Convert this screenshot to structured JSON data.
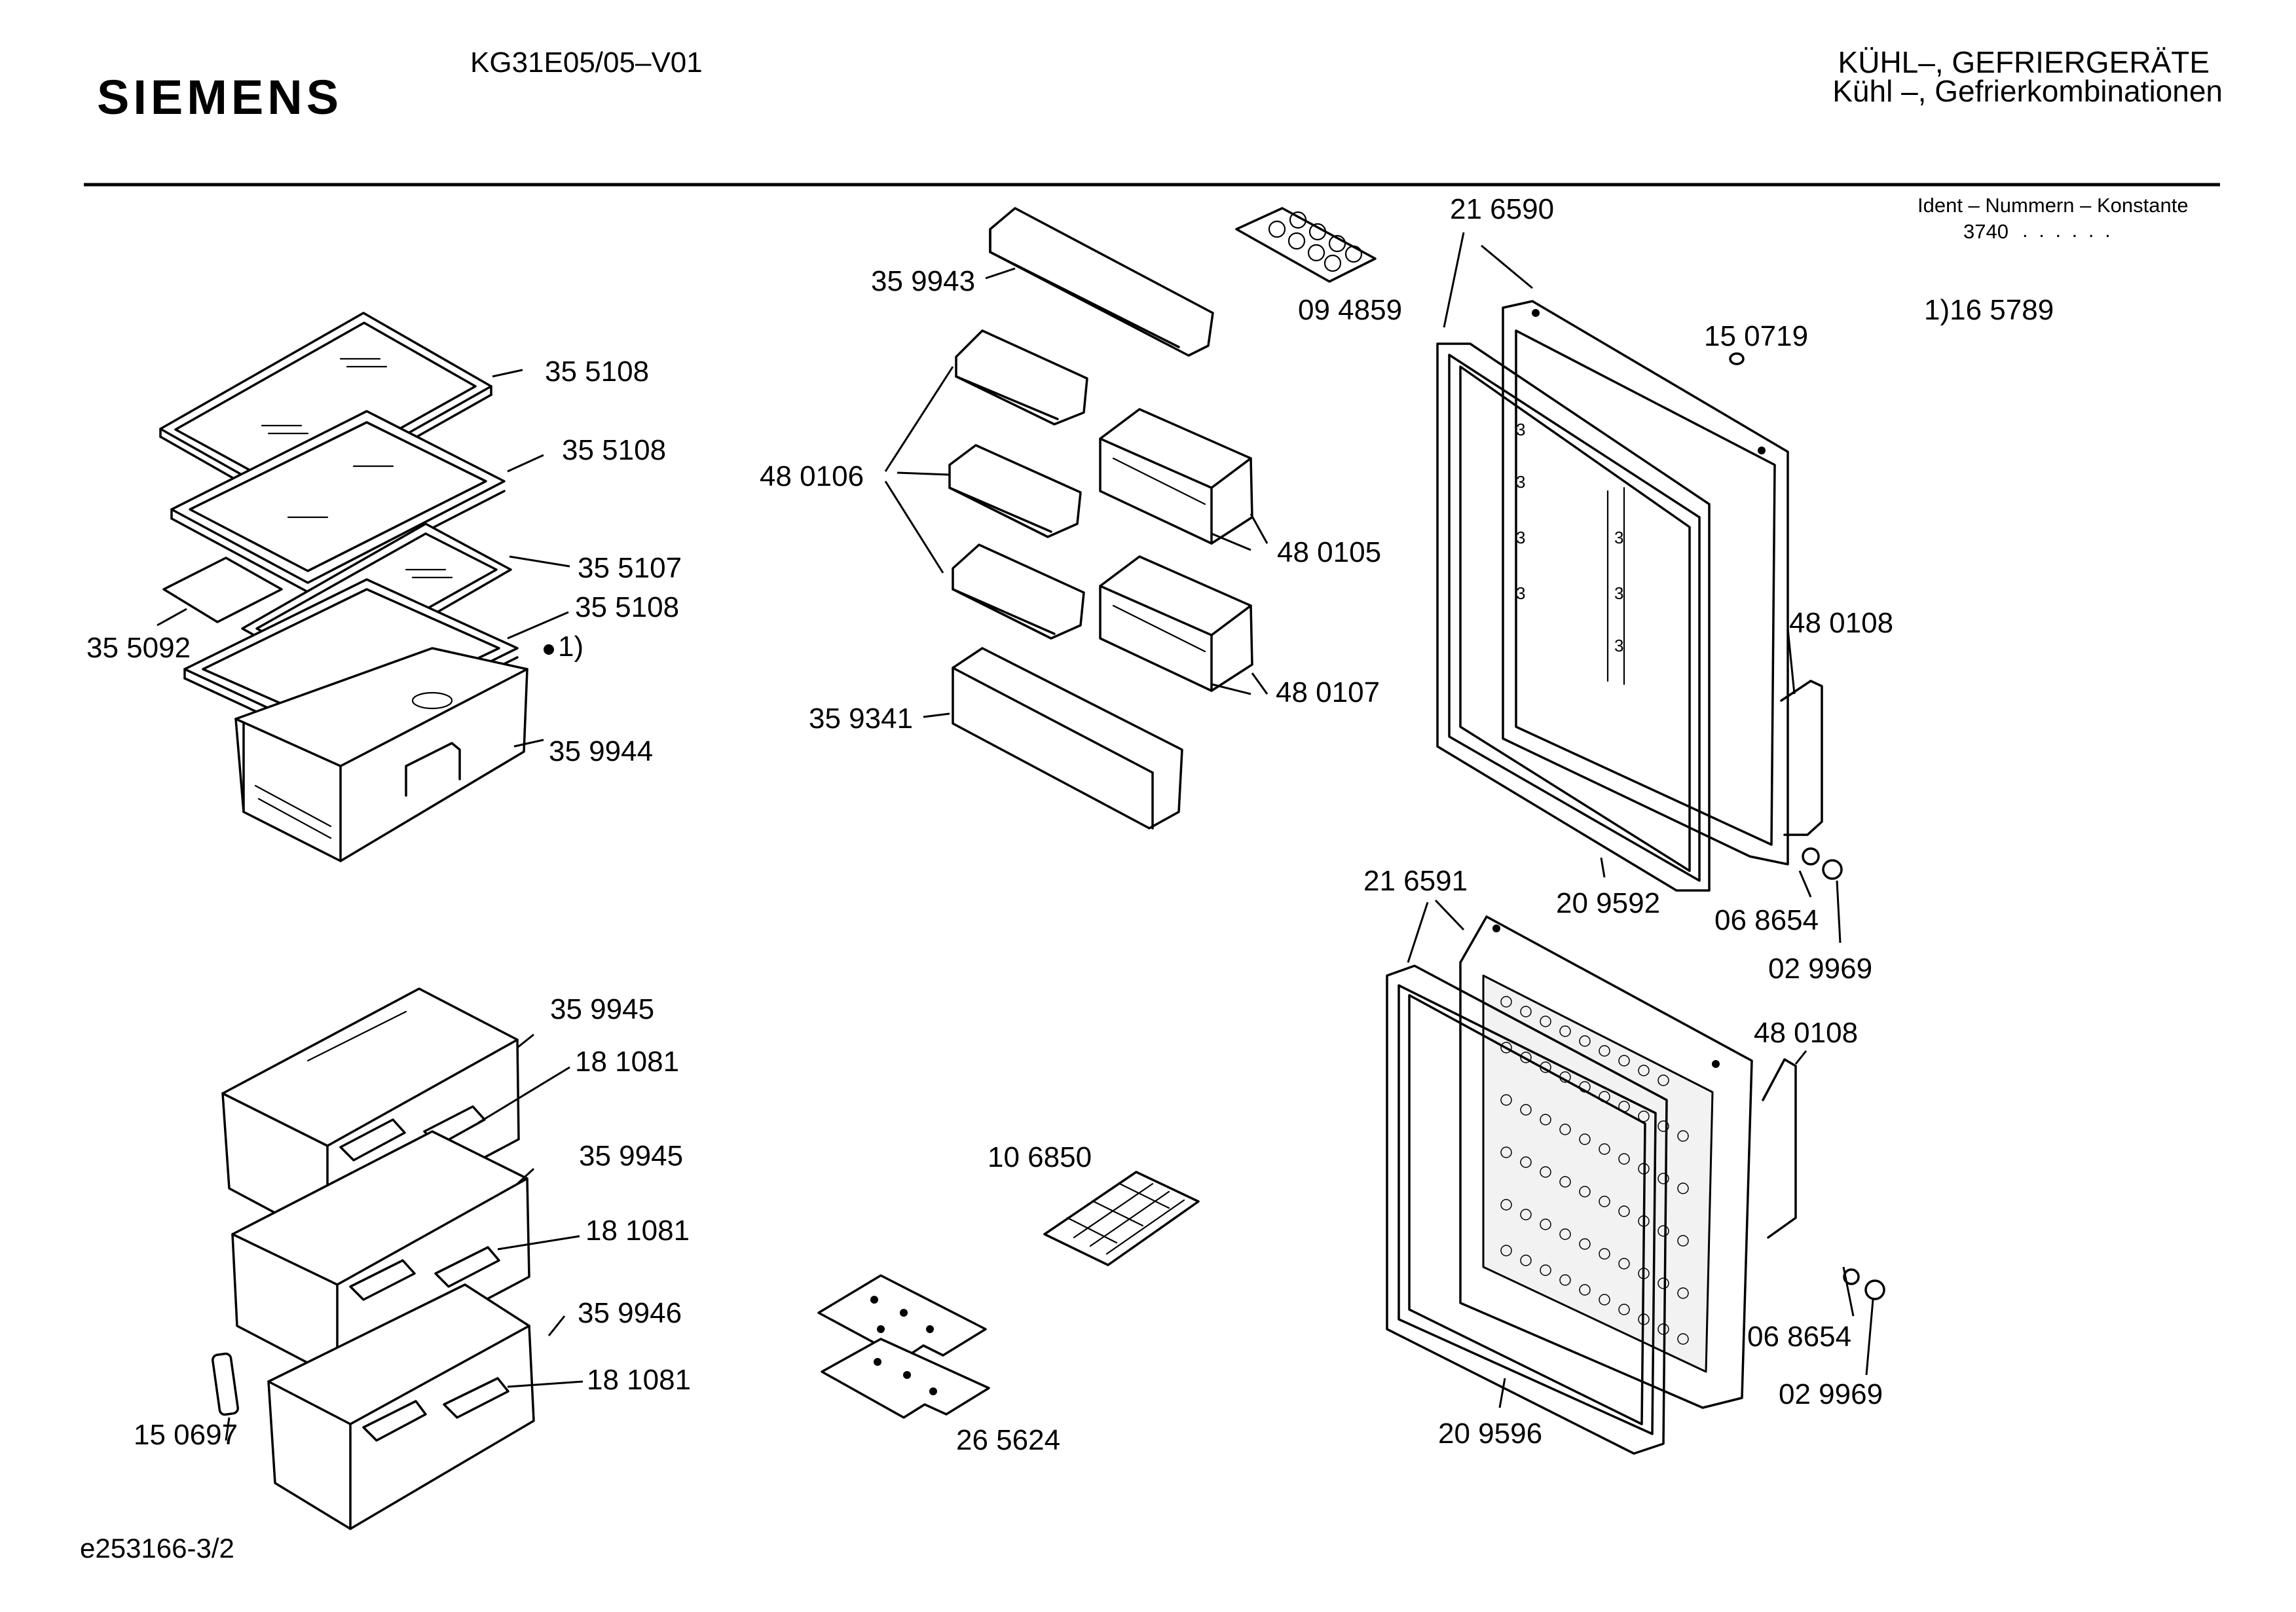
{
  "header": {
    "brand": "SIEMENS",
    "model": "KG31E05/05–V01",
    "category_line1": "KÜHL–, GEFRIERGERÄTE",
    "category_line2": "Kühl –, Gefrierkombinationen"
  },
  "ident": {
    "label": "Ident – Nummern – Konstante",
    "constant": "3740",
    "dots": ". .   . . . ."
  },
  "footnote_part": "1)16 5789",
  "footnote_marker": "1)",
  "footer": {
    "document_id": "e253166-3/2"
  },
  "parts": [
    {
      "id": "p1",
      "label": "35 5108"
    },
    {
      "id": "p2",
      "label": "35 5108"
    },
    {
      "id": "p3",
      "label": "35 5107"
    },
    {
      "id": "p4",
      "label": "35 5108"
    },
    {
      "id": "p5",
      "label": "35 5092"
    },
    {
      "id": "p6",
      "label": "35 9944"
    },
    {
      "id": "p7",
      "label": "35 9943"
    },
    {
      "id": "p8",
      "label": "09 4859"
    },
    {
      "id": "p9",
      "label": "48 0106"
    },
    {
      "id": "p10",
      "label": "48 0105"
    },
    {
      "id": "p11",
      "label": "48 0107"
    },
    {
      "id": "p12",
      "label": "35 9341"
    },
    {
      "id": "p13",
      "label": "21 6590"
    },
    {
      "id": "p14",
      "label": "15 0719"
    },
    {
      "id": "p15",
      "label": "48 0108"
    },
    {
      "id": "p16",
      "label": "20 9592"
    },
    {
      "id": "p17",
      "label": "06 8654"
    },
    {
      "id": "p18",
      "label": "02 9969"
    },
    {
      "id": "p19",
      "label": "21 6591"
    },
    {
      "id": "p20",
      "label": "48 0108"
    },
    {
      "id": "p21",
      "label": "06 8654"
    },
    {
      "id": "p22",
      "label": "02 9969"
    },
    {
      "id": "p23",
      "label": "20 9596"
    },
    {
      "id": "p24",
      "label": "35 9945"
    },
    {
      "id": "p25",
      "label": "18 1081"
    },
    {
      "id": "p26",
      "label": "35 9945"
    },
    {
      "id": "p27",
      "label": "18 1081"
    },
    {
      "id": "p28",
      "label": "35 9946"
    },
    {
      "id": "p29",
      "label": "18 1081"
    },
    {
      "id": "p30",
      "label": "15 0697"
    },
    {
      "id": "p31",
      "label": "10 6850"
    },
    {
      "id": "p32",
      "label": "26 5624"
    }
  ]
}
